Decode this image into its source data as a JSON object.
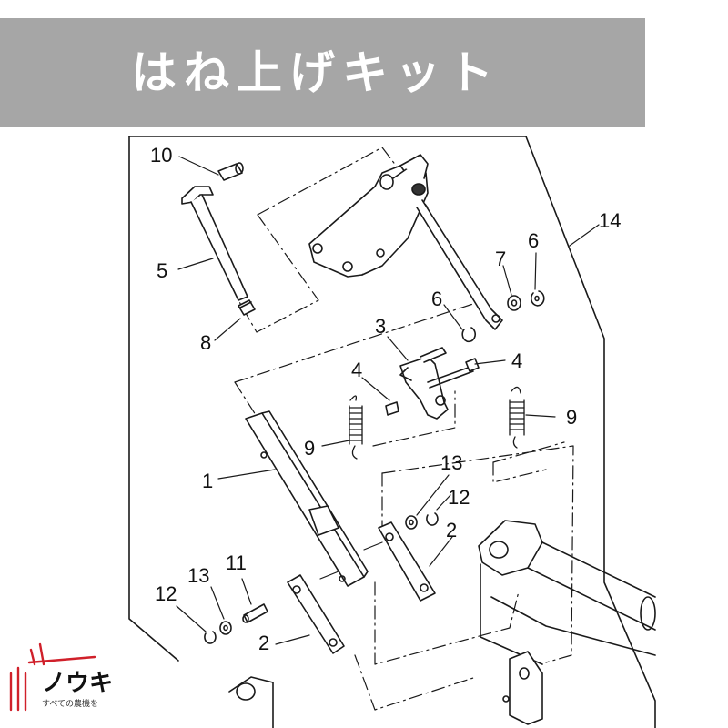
{
  "header": {
    "title": "はね上げキット"
  },
  "callouts": {
    "c10": "10",
    "c14": "14",
    "c5": "5",
    "c7": "7",
    "c6a": "6",
    "c6b": "6",
    "c8": "8",
    "c3": "3",
    "c4a": "4",
    "c4b": "4",
    "c9a": "9",
    "c9b": "9",
    "c1": "1",
    "c13a": "13",
    "c12a": "12",
    "c2a": "2",
    "c11": "11",
    "c13b": "13",
    "c12b": "12",
    "c2b": "2"
  },
  "logo": {
    "text": "ノウキ",
    "tagline": "すべての農機を"
  },
  "colors": {
    "title_bg": "#a6a6a6",
    "title_fg": "#ffffff",
    "logo_red": "#d0202a",
    "ink": "#111111"
  }
}
